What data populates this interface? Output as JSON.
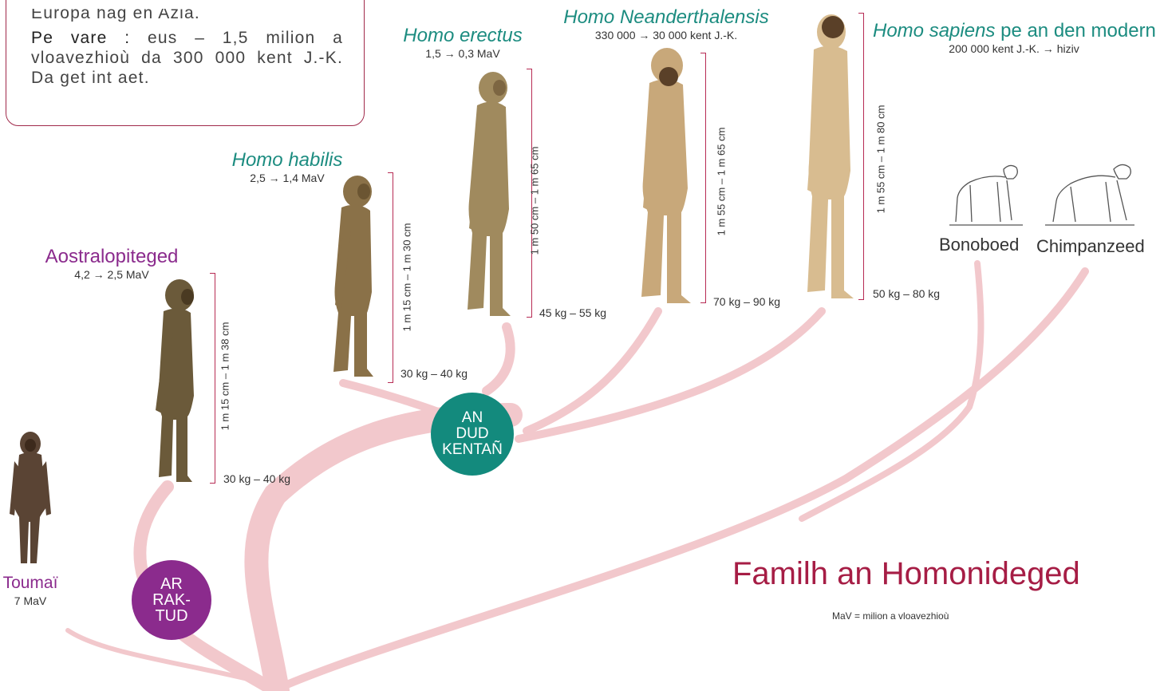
{
  "infobox": {
    "prev_text": "Europa hag en Azia.",
    "label": "Pe vare :",
    "text": "eus – 1,5 milion a vloavezhioù da 300 000 kent J.-K. Da get int aet."
  },
  "species": {
    "toumai": {
      "name": "Toumaï",
      "date": "7 MaV"
    },
    "australo": {
      "name": "Aostralopiteged",
      "date": "4,2 → 2,5 MaV",
      "height": "1 m 15 cm – 1 m 38 cm",
      "weight": "30 kg – 40 kg"
    },
    "habilis": {
      "name": "Homo habilis",
      "date": "2,5 → 1,4 MaV",
      "height": "1 m 15 cm – 1 m 30 cm",
      "weight": "30 kg – 40 kg"
    },
    "erectus": {
      "name": "Homo erectus",
      "date": "1,5 → 0,3 MaV",
      "height": "1 m 50 cm – 1 m 65 cm",
      "weight": "45 kg – 55 kg"
    },
    "neander": {
      "name": "Homo Neanderthalensis",
      "date": "330 000 → 30 000 kent J.-K.",
      "height": "1 m 55 cm – 1 m 65 cm",
      "weight": "70 kg – 90 kg"
    },
    "sapiens": {
      "name": "Homo sapiens",
      "name_suffix": " pe an den modern",
      "date": "200 000 kent J.-K. → hiziv",
      "height": "1 m 55 cm – 1 m 80 cm",
      "weight": "50 kg – 80 kg"
    }
  },
  "apes": {
    "bonobo": "Bonoboed",
    "chimp": "Chimpanzeed"
  },
  "nodes": {
    "raktud": [
      "AR",
      "RAK-",
      "TUD"
    ],
    "kentan": [
      "AN",
      "DUD",
      "KENTAÑ"
    ]
  },
  "title": "Familh an Homonideged",
  "legend": "MaV = milion a vloavezhioù",
  "colors": {
    "tree": "#f2c8cc",
    "node_purple": "#8b2b8d",
    "node_teal": "#138a7d",
    "title": "#a61d45",
    "species_name": "#1c8c80",
    "bracket": "#b72b54"
  },
  "icons": [
    "hominid-figure",
    "bonobo-sketch",
    "chimpanzee-sketch"
  ]
}
